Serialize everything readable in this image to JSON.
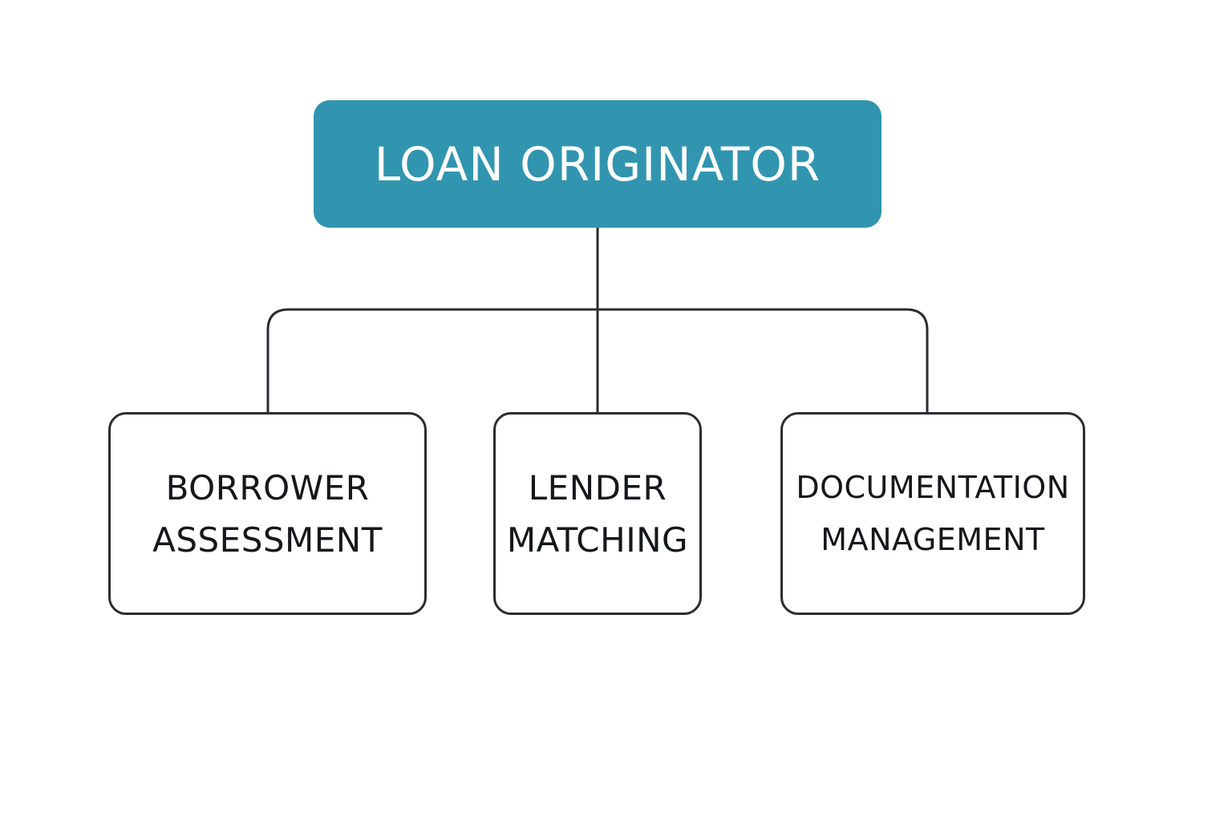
{
  "colors": {
    "root_fill": "#3195B0",
    "stroke": "#2a2d31"
  },
  "root": {
    "label": "LOAN ORIGINATOR"
  },
  "children": [
    {
      "line1": "BORROWER",
      "line2": "ASSESSMENT"
    },
    {
      "line1": "LENDER",
      "line2": "MATCHING"
    },
    {
      "line1": "DOCUMENTATION",
      "line2": "MANAGEMENT"
    }
  ]
}
